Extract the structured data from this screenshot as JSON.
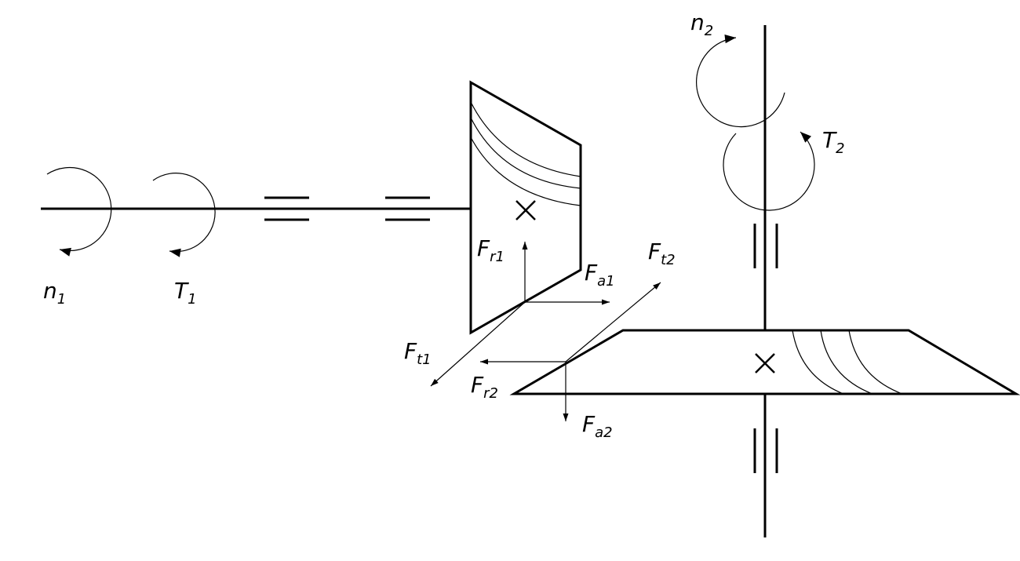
{
  "labels": {
    "n1": {
      "main": "n",
      "sub": "1"
    },
    "t1": {
      "main": "T",
      "sub": "1"
    },
    "n2": {
      "main": "n",
      "sub": "2"
    },
    "t2": {
      "main": "T",
      "sub": "2"
    },
    "fr1": {
      "main": "F",
      "sub": "r1"
    },
    "fa1": {
      "main": "F",
      "sub": "a1"
    },
    "ft1": {
      "main": "F",
      "sub": "t1"
    },
    "ft2": {
      "main": "F",
      "sub": "t2"
    },
    "fr2": {
      "main": "F",
      "sub": "r2"
    },
    "fa2": {
      "main": "F",
      "sub": "a2"
    }
  },
  "colors": {
    "ink": "#000000",
    "background": "#ffffff"
  }
}
